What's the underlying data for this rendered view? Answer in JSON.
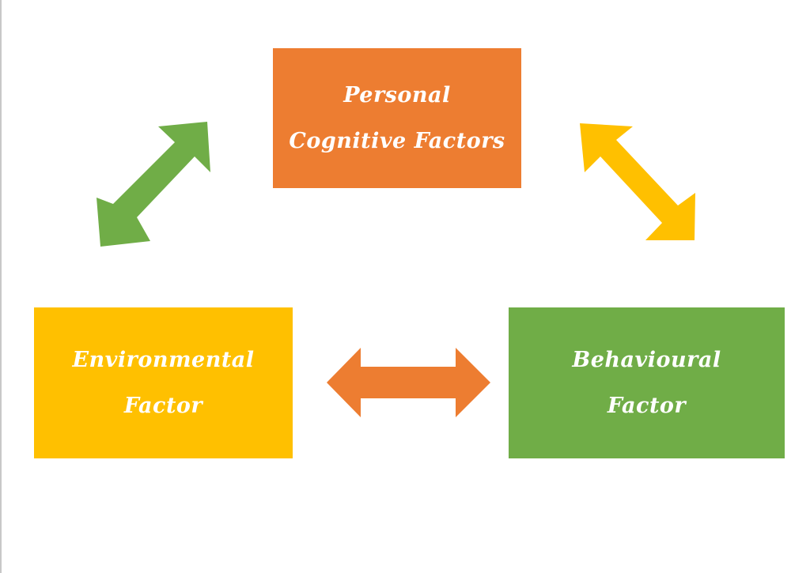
{
  "diagram": {
    "personal": {
      "line1": "Personal",
      "line2": "Cognitive Factors",
      "color": "#ED7D31"
    },
    "environmental": {
      "line1": "Environmental",
      "line2": "Factor",
      "color": "#FFC000"
    },
    "behavioural": {
      "line1": "Behavioural",
      "line2": "Factor",
      "color": "#70AD47"
    },
    "arrows": [
      {
        "between": "personal-environmental",
        "color": "#70AD47",
        "direction": "bidirectional"
      },
      {
        "between": "personal-behavioural",
        "color": "#FFC000",
        "direction": "bidirectional"
      },
      {
        "between": "environmental-behavioural",
        "color": "#ED7D31",
        "direction": "bidirectional"
      }
    ]
  }
}
